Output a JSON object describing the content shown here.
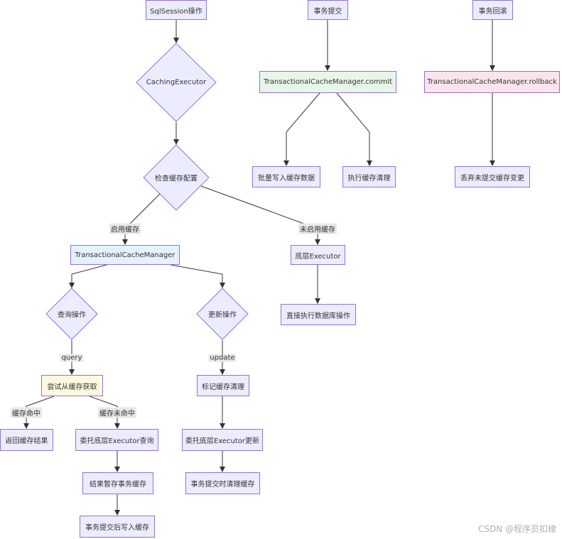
{
  "nodes": {
    "sqlsession": "SqlSession操作",
    "caching_executor": "CachingExecutor",
    "check_cache_config": "检查缓存配置",
    "tcm": "TransactionalCacheManager",
    "base_executor": "底层Executor",
    "direct_db": "直接执行数据库操作",
    "query_op": "查询操作",
    "update_op": "更新操作",
    "try_cache": "尝试从缓存获取",
    "mark_clear": "标记缓存清理",
    "return_result": "返回缓存结果",
    "delegate_query": "委托底层Executor查询",
    "delegate_update": "委托底层Executor更新",
    "stash_result": "结果暂存事务缓存",
    "write_cache": "事务提交后写入缓存",
    "clear_on_commit": "事务提交时清理缓存",
    "tx_commit": "事务提交",
    "tcm_commit": "TransactionalCacheManager.commit",
    "batch_write": "批量写入缓存数据",
    "exec_clear": "执行缓存清理",
    "tx_rollback": "事务回滚",
    "tcm_rollback": "TransactionalCacheManager.rollback",
    "discard_changes": "丢弃未提交缓存变更"
  },
  "edge_labels": {
    "cache_enabled": "启用缓存",
    "cache_disabled": "未启用缓存",
    "query": "query",
    "update": "update",
    "cache_hit": "缓存命中",
    "cache_miss": "缓存未命中"
  },
  "watermark": "CSDN @程序员扣棣",
  "colors": {
    "node_fill": "#ECECFF",
    "node_border": "#9370DB",
    "edge": "#333333",
    "commit_fill": "#E8F5E9",
    "rollback_fill": "#FCE4EC",
    "tcm_fill": "#E3F2FD",
    "try_cache_fill": "#FFF8E1"
  }
}
